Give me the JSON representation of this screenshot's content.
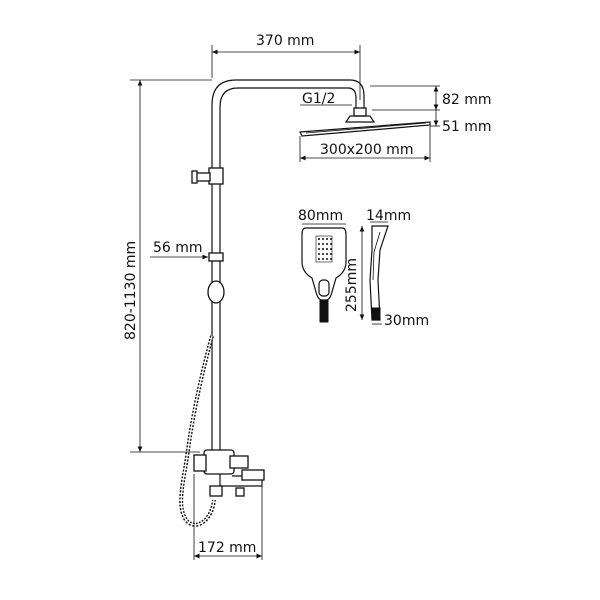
{
  "dimensions": {
    "arm_length": "370 mm",
    "thread": "G1/2",
    "head_height_top": "82 mm",
    "head_height_bottom": "51 mm",
    "head_size": "300x200 mm",
    "column_height": "820-1130 mm",
    "column_offset": "56 mm",
    "handshower_width": "80mm",
    "handshower_depth": "14mm",
    "handshower_length": "255mm",
    "handshower_handle": "30mm",
    "spout_length": "172 mm"
  }
}
